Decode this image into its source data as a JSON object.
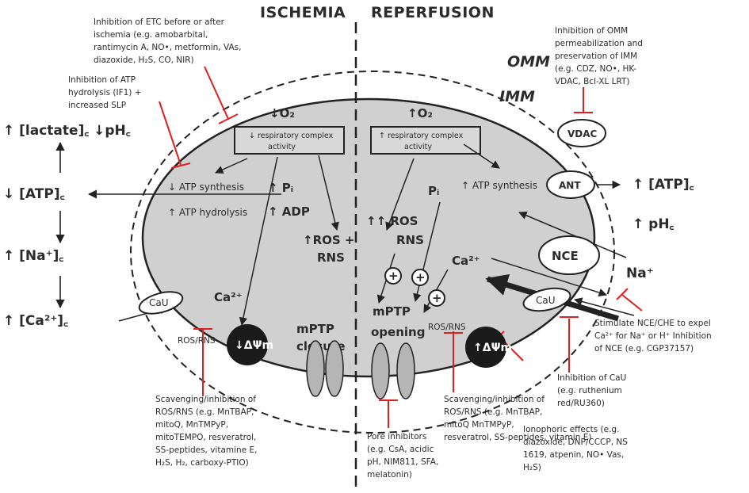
{
  "headings": {
    "ischemia": "ISCHEMIA",
    "reperfusion": "REPERFUSION"
  },
  "membranes": {
    "omm": "OMM",
    "imm": "IMM"
  },
  "notes": {
    "etc": [
      "Inhibition of ETC before or after",
      "ischemia (e.g. amobarbital,",
      "rantimycin A, NO•, metformin, VAs,",
      "diazoxide, H₂S, CO, NIR)"
    ],
    "atp": [
      "Inhibition of ATP",
      "hydrolysis (IF1) +",
      "increased SLP"
    ],
    "omm": [
      "Inhibition of OMM",
      "permeabilization and",
      "preservation of IMM",
      "(e.g. CDZ, NO•, HK-",
      "VDAC, Bcl-XL LRT)"
    ],
    "scav_left": [
      "Scavenging/inhibition of",
      "ROS/RNS (e.g. MnTBAP,",
      "mitoQ, MnTMPyP,",
      "mitoTEMPO, resveratrol,",
      "SS-peptides, vitamine E,",
      "H₂S, H₂, carboxy-PTIO)"
    ],
    "pore": [
      "Pore inhibitors",
      "(e.g. CsA, acidic",
      "pH, NIM811, SFA,",
      "melatonin)"
    ],
    "scav_right": [
      "Scavenging/inhibition of",
      "ROS/RNS (e.g. MnTBAP,",
      "mitoQ MnTMPyP,",
      "resveratrol, SS-peptides, vitamin E)"
    ],
    "iono": [
      "Ionophoric effects (e.g.",
      "diazoxide, DNP/CCCP, NS",
      "1619, atpenin, NO• Vas,",
      "H₂S)",
      ""
    ],
    "cau": [
      "Inhibition of CaU",
      "(e.g. ruthenium",
      "red/RU360)"
    ],
    "nce": [
      "Stimulate NCE/CHE to expel",
      "Ca²⁺ for Na⁺ or H⁺ Inhibition",
      "of NCE (e.g. CGP37157)"
    ]
  },
  "cytosol_left": {
    "lactate": "↑ [lactate]꜀ ↓pH꜀",
    "atp": "↓ [ATP]꜀",
    "na": "↑ [Na⁺]꜀",
    "ca": "↑ [Ca²⁺]꜀"
  },
  "cytosol_right": {
    "atp": "↑ [ATP]꜀",
    "ph": "↑ pH꜀",
    "na": "Na⁺"
  },
  "ischemia": {
    "o2": "↓O₂",
    "box": [
      "↓ respiratory complex",
      "activity"
    ],
    "atp_synthesis": "↓ ATP synthesis",
    "atp_hydrolysis": "↑ ATP hydrolysis",
    "pi": "↑ Pᵢ",
    "adp": "↑ ADP",
    "ros_rns": [
      "↑ROS +",
      "RNS"
    ],
    "ca": "Ca²⁺",
    "ros_rns_small": "ROS/RNS",
    "mptp": [
      "mPTP",
      "closure"
    ],
    "cau": "CaU",
    "dpsi": "↓ΔΨm"
  },
  "reperfusion": {
    "o2": "↑O₂",
    "box": [
      "↑ respiratory complex",
      "activity"
    ],
    "atp_synthesis": "↑ ATP synthesis",
    "pi": "Pᵢ",
    "ros_rns": [
      "↑↑ ROS",
      "RNS"
    ],
    "ca": "Ca²⁺",
    "mptp": [
      "mPTP",
      "opening"
    ],
    "ros_rns_small": "ROS/RNS",
    "cau": "CaU",
    "dpsi": "↑ΔΨm"
  },
  "transporters": {
    "vdac": "VDAC",
    "ant": "ANT",
    "nce": "NCE"
  },
  "colors": {
    "inhibition": "#e02020",
    "matrix": "#d0d0d0",
    "potential": "#1a1a1a"
  }
}
